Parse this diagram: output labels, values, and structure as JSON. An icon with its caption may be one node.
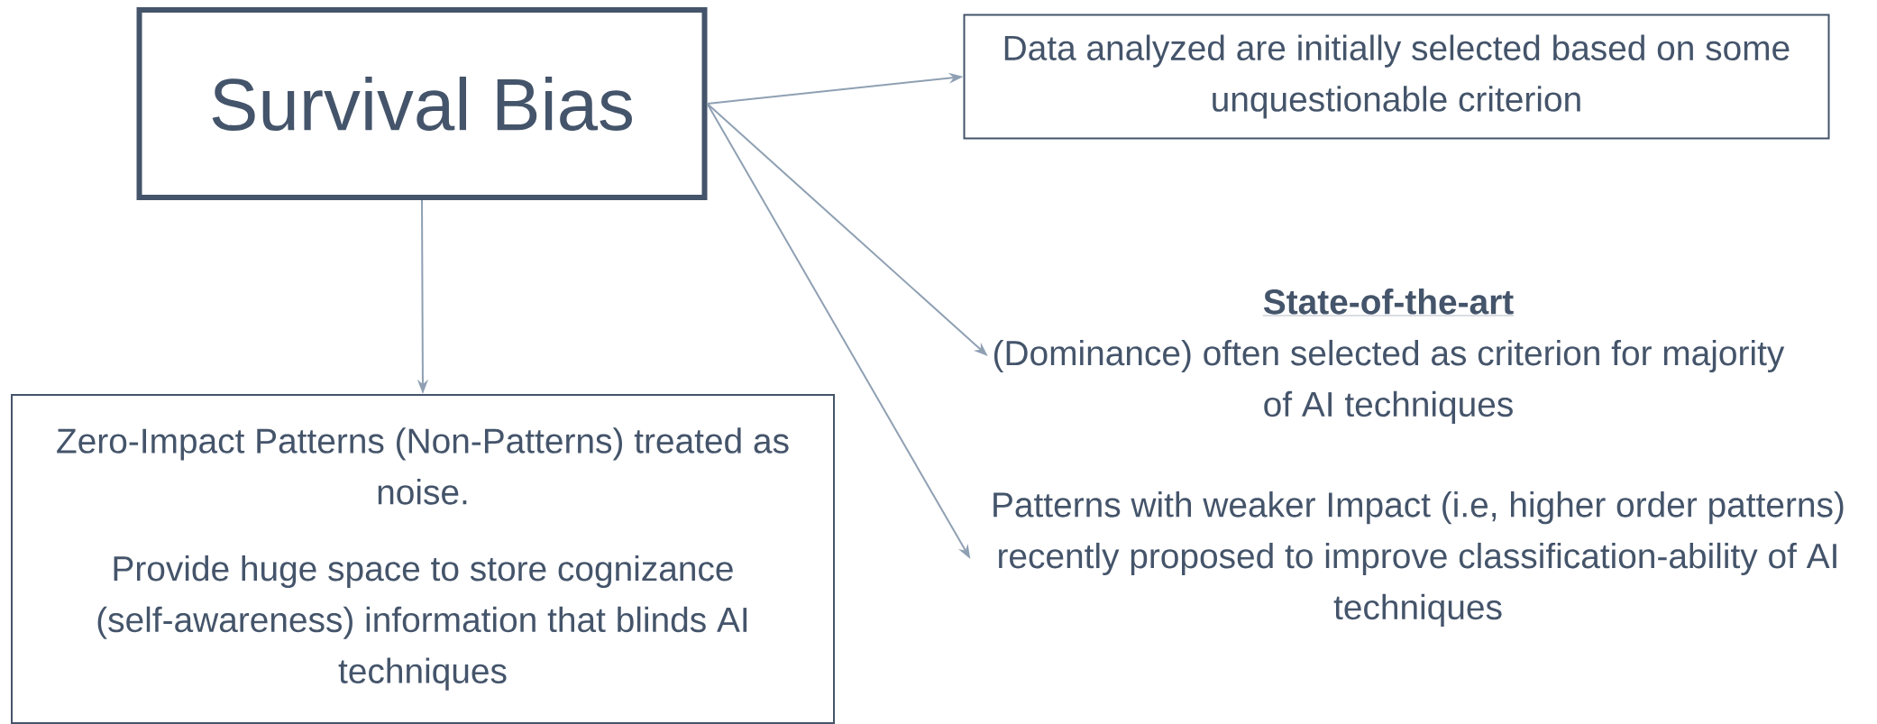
{
  "diagram": {
    "nodes": [
      {
        "text": [
          "Survival Bias"
        ]
      },
      {
        "text": [
          "Data analyzed are initially selected based on some unquestionable criterion"
        ]
      },
      {
        "text": [
          "State-of-the-art",
          "(Dominance) often selected as criterion for majority of AI techniques"
        ]
      },
      {
        "text": [
          "Patterns with weaker Impact (i.e, higher order patterns) recently proposed to improve classification-ability of AI techniques"
        ]
      },
      {
        "text": [
          "Zero-Impact Patterns (Non-Patterns) treated as noise.",
          "Provide huge space to store cognizance (self-awareness) information that blinds AI techniques"
        ]
      }
    ],
    "edges": [
      {
        "from": 0,
        "to": 1,
        "arrow": "to"
      },
      {
        "from": 0,
        "to": 2,
        "arrow": "to"
      },
      {
        "from": 0,
        "to": 3,
        "arrow": "to"
      },
      {
        "from": 0,
        "to": 4,
        "arrow": "to"
      }
    ]
  }
}
